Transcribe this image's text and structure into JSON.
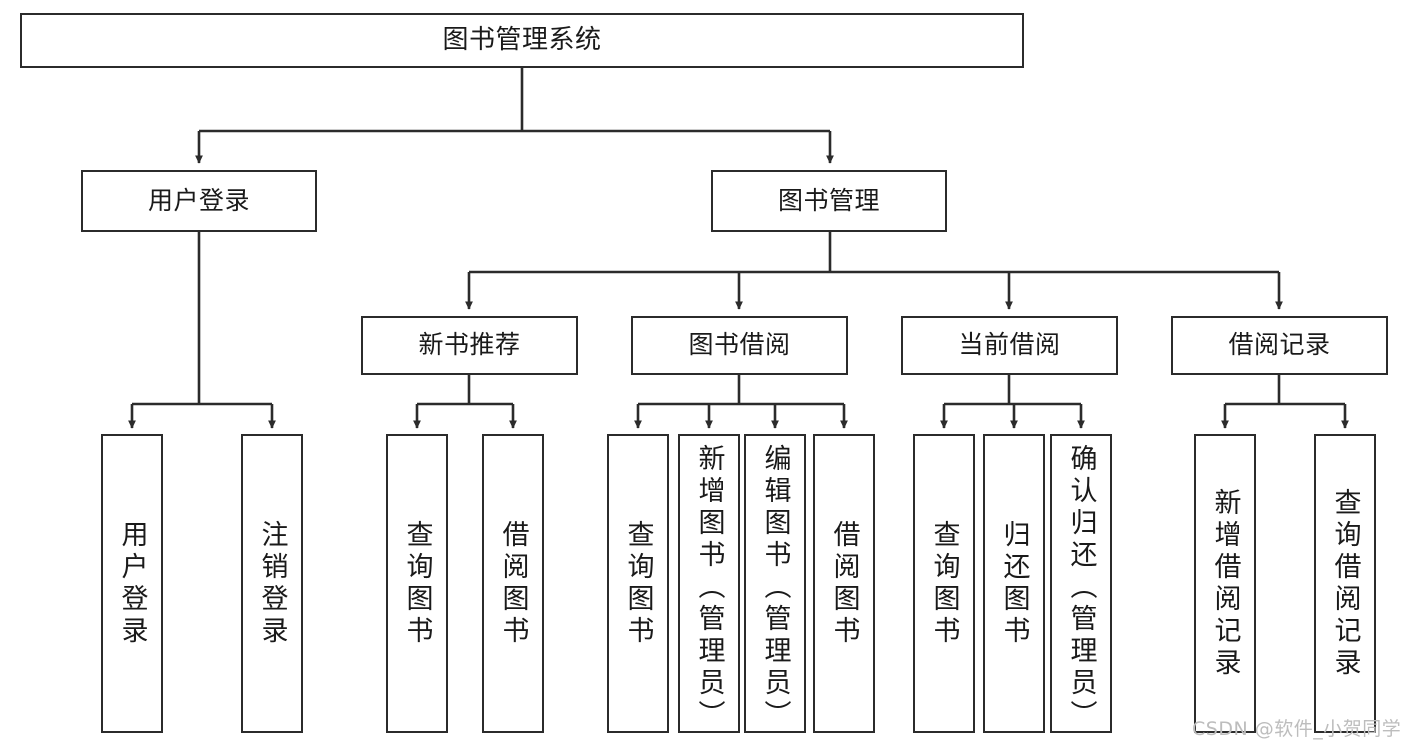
{
  "diagram": {
    "title": "图书管理系统",
    "type": "hierarchy-tree",
    "colors": {
      "box_border": "#2b2b2b",
      "box_fill": "#ffffff",
      "edge": "#2b2b2b",
      "text": "#1a1a1a",
      "watermark": "#bdbdbd"
    },
    "root": {
      "label": "图书管理系统"
    },
    "level2": [
      {
        "label": "用户登录"
      },
      {
        "label": "图书管理"
      }
    ],
    "level3": [
      {
        "label": "新书推荐"
      },
      {
        "label": "图书借阅"
      },
      {
        "label": "当前借阅"
      },
      {
        "label": "借阅记录"
      }
    ],
    "leaves": {
      "user_login": [
        {
          "label": "用户登录"
        },
        {
          "label": "注销登录"
        }
      ],
      "new_book_recommend": [
        {
          "label": "查询图书"
        },
        {
          "label": "借阅图书"
        }
      ],
      "book_borrow": [
        {
          "label": "查询图书"
        },
        {
          "label": "新增图书（管理员）"
        },
        {
          "label": "编辑图书（管理员）"
        },
        {
          "label": "借阅图书"
        }
      ],
      "current_borrow": [
        {
          "label": "查询图书"
        },
        {
          "label": "归还图书"
        },
        {
          "label": "确认归还（管理员）"
        }
      ],
      "borrow_record": [
        {
          "label": "新增借阅记录"
        },
        {
          "label": "查询借阅记录"
        }
      ]
    }
  },
  "watermark": {
    "text": "CSDN @软件_小贺同学"
  }
}
